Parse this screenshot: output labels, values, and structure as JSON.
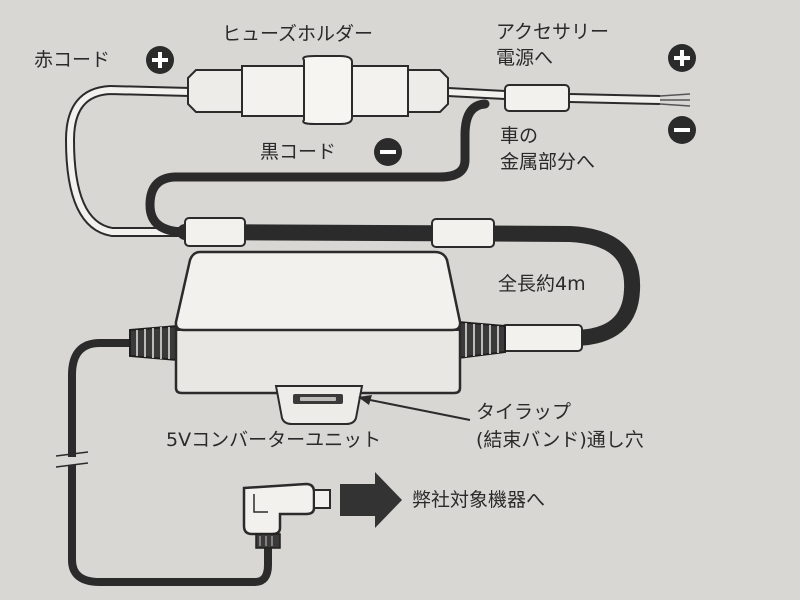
{
  "labels": {
    "red_cord": "赤コード",
    "fuse_holder": "ヒューズホルダー",
    "accessory_line1": "アクセサリー",
    "accessory_line2": "電源へ",
    "black_cord": "黒コード",
    "metal_line1": "車の",
    "metal_line2": "金属部分へ",
    "total_length": "全長約4m",
    "converter_unit": "5Vコンバーターユニット",
    "tie_line1": "タイラップ",
    "tie_line2": "(結束バンド)通し穴",
    "to_device": "弊社対象機器へ"
  },
  "symbols": {
    "plus_icon": "plus-icon",
    "minus_icon": "minus-icon",
    "arrow_icon": "arrow-right-icon"
  },
  "colors": {
    "background": "#d9d7d4",
    "ink": "#2a2a2a",
    "cable_dark": "#2b2b2b",
    "cable_light": "#f3f1ed"
  }
}
